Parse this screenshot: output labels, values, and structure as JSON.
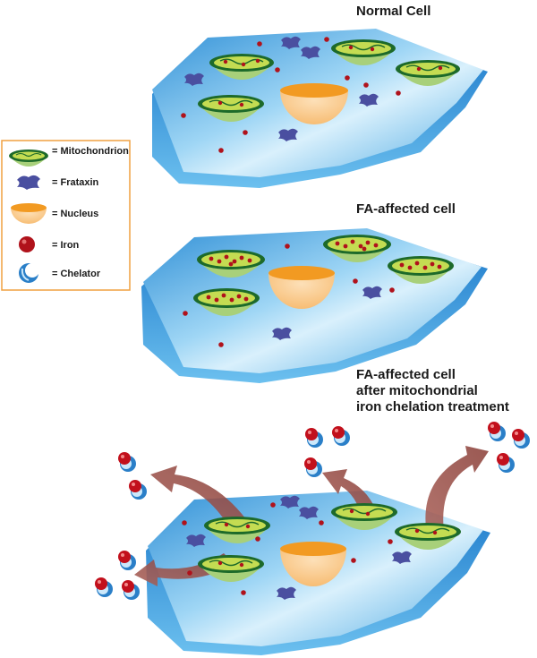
{
  "titles": {
    "normal": "Normal Cell",
    "fa": "FA-affected cell",
    "treated_line1": "FA-affected cell",
    "treated_line2": "after mitochondrial",
    "treated_line3": "iron chelation treatment"
  },
  "legend": {
    "mitochondrion": "= Mitochondrion",
    "frataxin": "= Frataxin",
    "nucleus": "= Nucleus",
    "iron": "= Iron",
    "chelator": "= Chelator"
  },
  "colors": {
    "cell": "#3aa0dc",
    "mito_outer": "#1d6a2a",
    "mito_inner": "#b9d64a",
    "nucleus": "#f4a53a",
    "iron": "#b0121b",
    "frataxin": "#4a4fa0",
    "chelator": "#2a7fc8",
    "arrow": "#9b5048",
    "legend_border": "#f0a040"
  }
}
